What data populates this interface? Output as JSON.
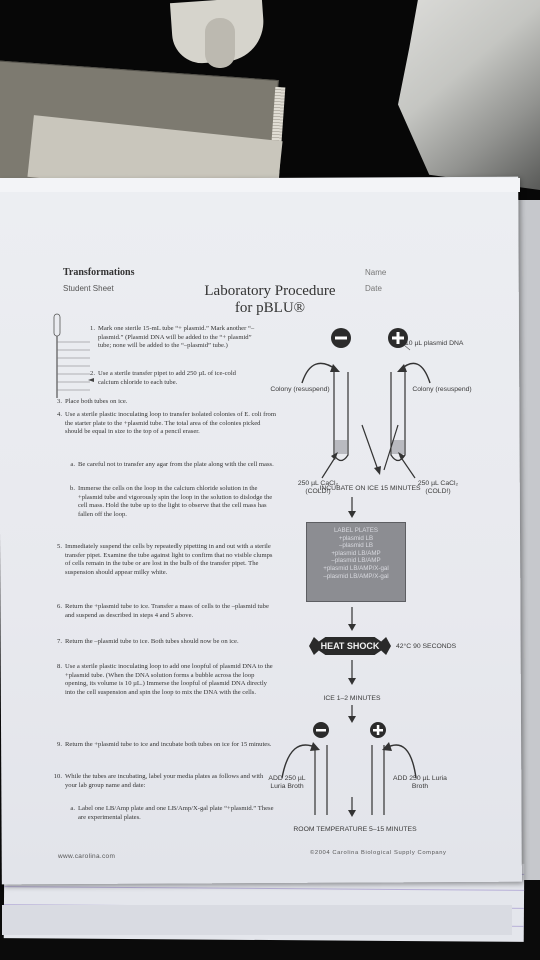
{
  "header": {
    "section": "Transformations",
    "sheet_type": "Student Sheet",
    "title_line1": "Laboratory Procedure",
    "title_line2": "for pBLU®",
    "name_label": "Name",
    "date_label": "Date"
  },
  "steps": [
    {
      "num": "1.",
      "text": "Mark one sterile 15-mL tube “+ plasmid.” Mark another “–plasmid.” (Plasmid DNA will be added to the “+ plasmid” tube; none will be added to the “–plasmid” tube.)"
    },
    {
      "num": "2.",
      "text": "Use a sterile transfer pipet to add 250 µL of ice-cold calcium chloride to each tube."
    },
    {
      "num": "3.",
      "text": "Place both tubes on ice."
    },
    {
      "num": "4.",
      "text": "Use a sterile plastic inoculating loop to transfer isolated colonies of E. coli from the starter plate to the +plasmid tube. The total area of the colonies picked should be equal in size to the top of a pencil eraser."
    },
    {
      "num": "a.",
      "text": "Be careful not to transfer any agar from the plate along with the cell mass."
    },
    {
      "num": "b.",
      "text": "Immerse the cells on the loop in the calcium chloride solution in the +plasmid tube and vigorously spin the loop in the solution to dislodge the cell mass. Hold the tube up to the light to observe that the cell mass has fallen off the loop."
    },
    {
      "num": "5.",
      "text": "Immediately suspend the cells by repeatedly pipetting in and out with a sterile transfer pipet. Examine the tube against light to confirm that no visible clumps of cells remain in the tube or are lost in the bulb of the transfer pipet. The suspension should appear milky white."
    },
    {
      "num": "6.",
      "text": "Return the +plasmid tube to ice. Transfer a mass of cells to the –plasmid tube and suspend as described in steps 4 and 5 above."
    },
    {
      "num": "7.",
      "text": "Return the –plasmid tube to ice. Both tubes should now be on ice."
    },
    {
      "num": "8.",
      "text": "Use a sterile plastic inoculating loop to add one loopful of plasmid DNA to the +plasmid tube. (When the DNA solution forms a bubble across the loop opening, its volume is 10 µL.) Immerse the loopful of plasmid DNA directly into the cell suspension and spin the loop to mix the DNA with the cells."
    },
    {
      "num": "9.",
      "text": "Return the +plasmid tube to ice and incubate both tubes on ice for 15 minutes."
    },
    {
      "num": "10.",
      "text": "While the tubes are incubating, label your media plates as follows and with your lab group name and date:"
    },
    {
      "num": "a.",
      "text": "Label one LB/Amp plate and one LB/Amp/X-gal plate “+plasmid.” These are experimental plates."
    }
  ],
  "diagram": {
    "minus_symbol": "–",
    "plus_symbol": "+",
    "plasmid_dna": "10 µL plasmid DNA",
    "colony_left": "Colony (resuspend)",
    "colony_right": "Colony (resuspend)",
    "cacl_left": "250 µL CaCl₂ (COLD!)",
    "cacl_right": "250 µL CaCl₂ (COLD!)",
    "incubate": "INCUBATE ON ICE 15 MINUTES",
    "plates": [
      "LABEL PLATES",
      "+plasmid LB",
      "–plasmid LB",
      "+plasmid LB/AMP",
      "–plasmid LB/AMP",
      "+plasmid LB/AMP/X-gal",
      "–plasmid LB/AMP/X-gal"
    ],
    "heat_shock": "HEAT SHOCK",
    "heat_time": "42°C 90 SECONDS",
    "ice": "ICE 1–2 MINUTES",
    "broth_left": "ADD 250 µL Luria Broth",
    "broth_right": "ADD 250 µL Luria Broth",
    "room_temp": "ROOM TEMPERATURE 5–15 MINUTES"
  },
  "footer": {
    "website": "www.carolina.com",
    "copyright": "©2004 Carolina Biological Supply Company"
  }
}
